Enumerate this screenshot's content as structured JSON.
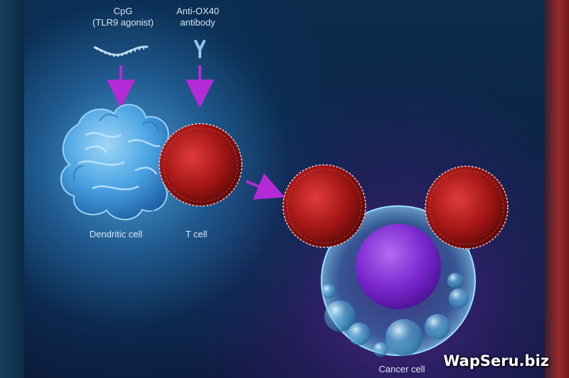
{
  "labels": {
    "cpg_line1": "CpG",
    "cpg_line2": "(TLR9 agonist)",
    "ox40_line1": "Anti-OX40",
    "ox40_line2": "antibody",
    "dendritic": "Dendritic cell",
    "tcell": "T cell",
    "cancer": "Cancer cell"
  },
  "watermark": "WapSeru.biz",
  "colors": {
    "arrow": "#b42bd6",
    "dendritic": "#5fb3ea",
    "tcell": "#b51b1b",
    "cancer_nucleus": "#8a34d6",
    "cancer_membrane": "#6fd0f0"
  },
  "icons": [
    "cpg-strand-icon",
    "antibody-icon"
  ]
}
